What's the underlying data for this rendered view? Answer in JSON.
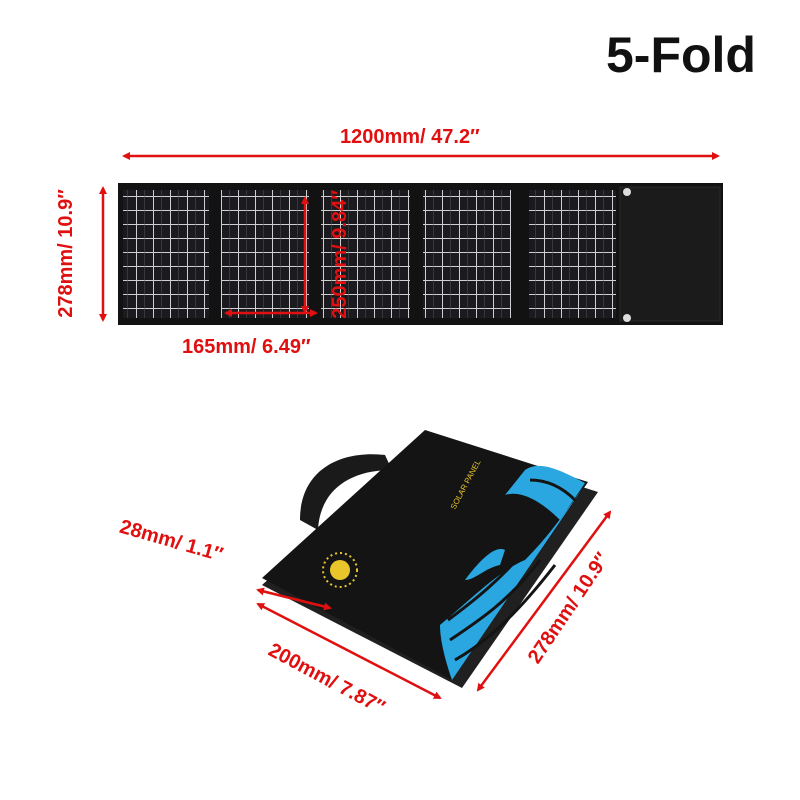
{
  "title": "5-Fold",
  "colors": {
    "dimension": "#e01010",
    "panel": "#111111",
    "accent_wave": "#2aa6e0",
    "print": "#e8c52a"
  },
  "unfolded": {
    "width_label": "1200mm/ 47.2″",
    "height_label": "278mm/ 10.9″",
    "cell_width_label": "165mm/ 6.49″",
    "cell_height_label": "250mm/ 9.84″"
  },
  "folded": {
    "panel_print": "SOLAR PANEL",
    "thickness_label": "28mm/ 1.1″",
    "width_label": "200mm/ 7.87″",
    "length_label": "278mm/ 10.9″"
  }
}
